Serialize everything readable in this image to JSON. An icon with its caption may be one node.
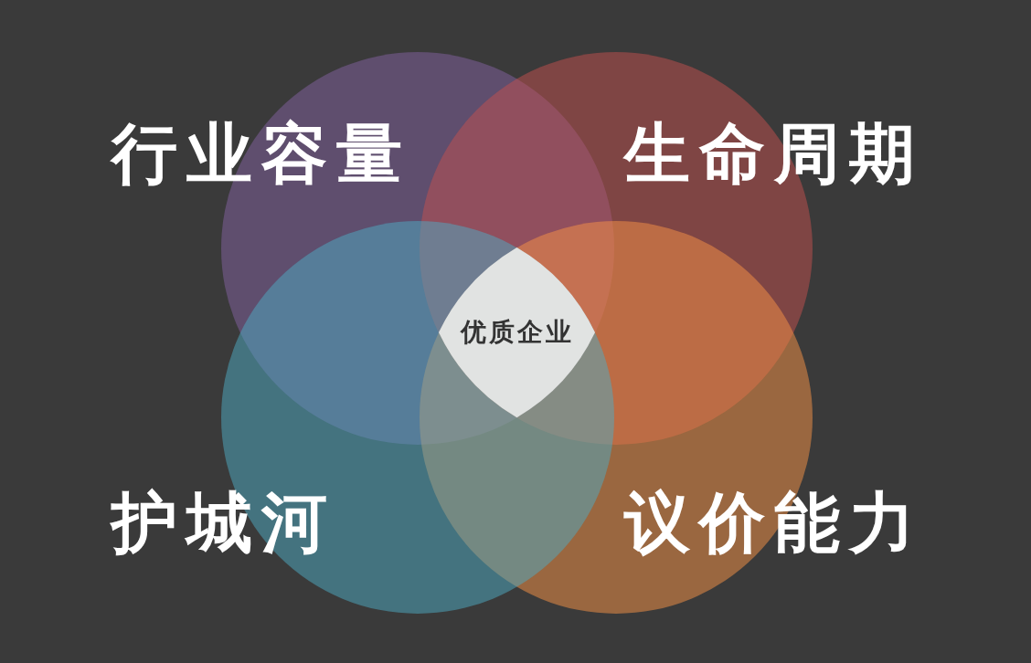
{
  "diagram": {
    "nodes": [
      {
        "text": [
          "行业容量"
        ]
      },
      {
        "text": [
          "生命周期"
        ]
      },
      {
        "text": [
          "优质企业"
        ]
      },
      {
        "text": [
          "护城河"
        ]
      },
      {
        "text": [
          "议价能力"
        ]
      }
    ]
  }
}
